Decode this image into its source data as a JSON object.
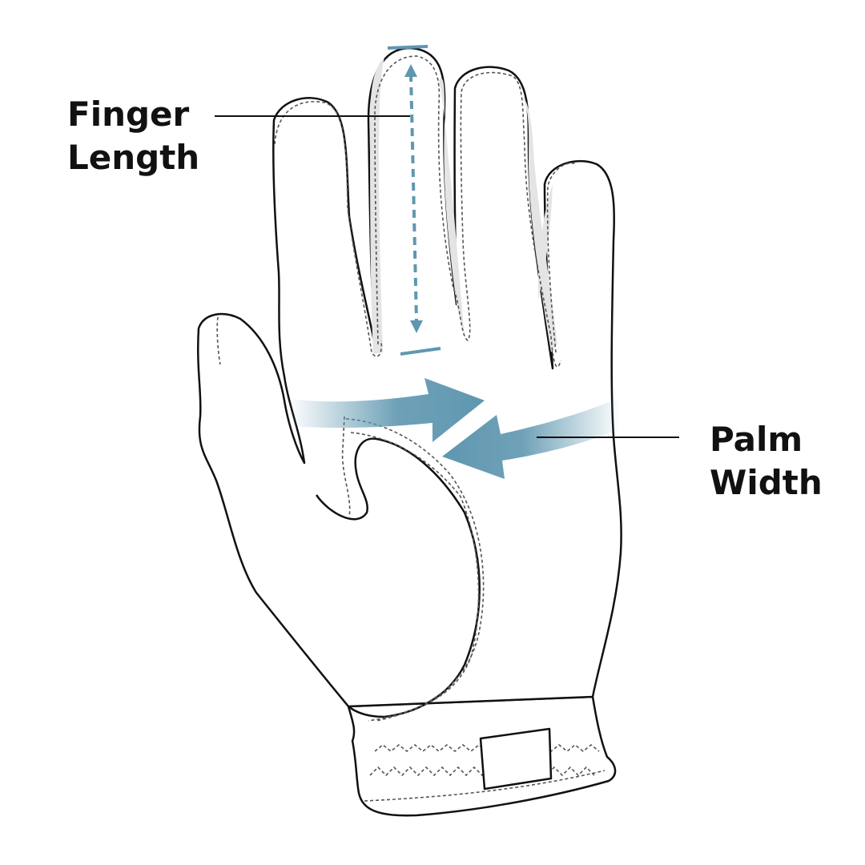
{
  "labels": {
    "finger_length": [
      "Finger",
      "Length"
    ],
    "palm_width": [
      "Palm",
      "Width"
    ]
  },
  "colors": {
    "accent": "#5f97b0",
    "outline": "#111111",
    "fill_shadow": "#e4e4e4"
  }
}
